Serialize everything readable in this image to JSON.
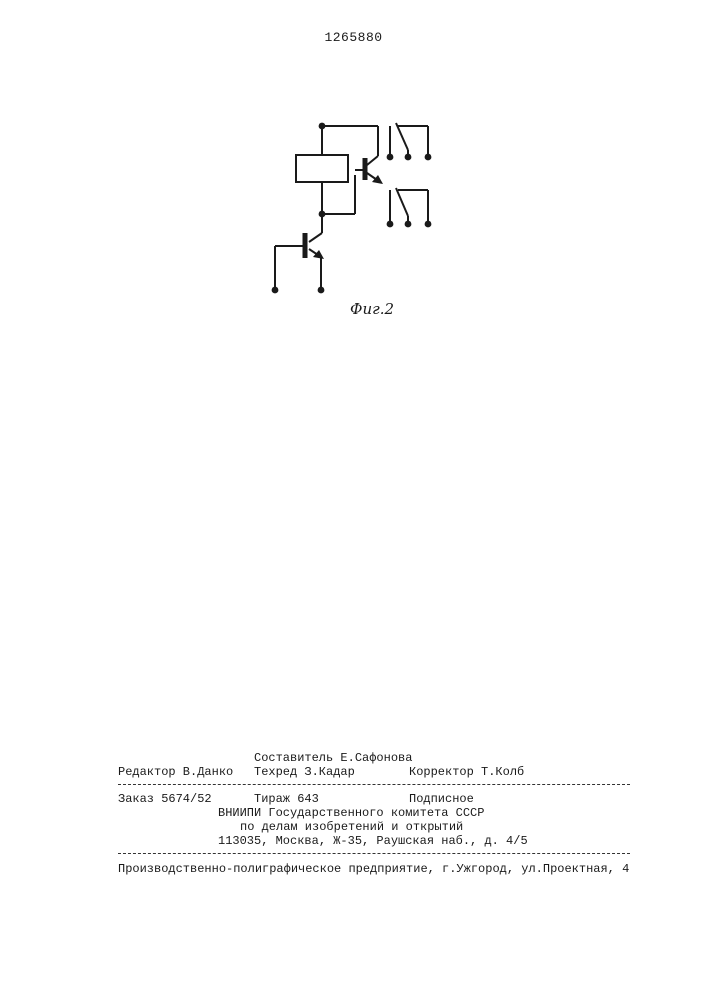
{
  "header": {
    "patent_number": "1265880"
  },
  "figure": {
    "caption": "Фиг.2"
  },
  "imprint": {
    "compiler": "Составитель Е.Сафонова",
    "editor": "Редактор В.Данко",
    "techred": "Техред З.Кадар",
    "corrector": "Корректор Т.Колб",
    "order": "Заказ 5674/52",
    "circulation": "Тираж 643",
    "subscription": "Подписное",
    "org_line1": "ВНИИПИ Государственного комитета СССР",
    "org_line2": "по делам изобретений и открытий",
    "org_address": "113035, Москва, Ж-35, Раушская наб., д. 4/5",
    "printer": "Производственно-полиграфическое предприятие, г.Ужгород, ул.Проектная, 4"
  }
}
